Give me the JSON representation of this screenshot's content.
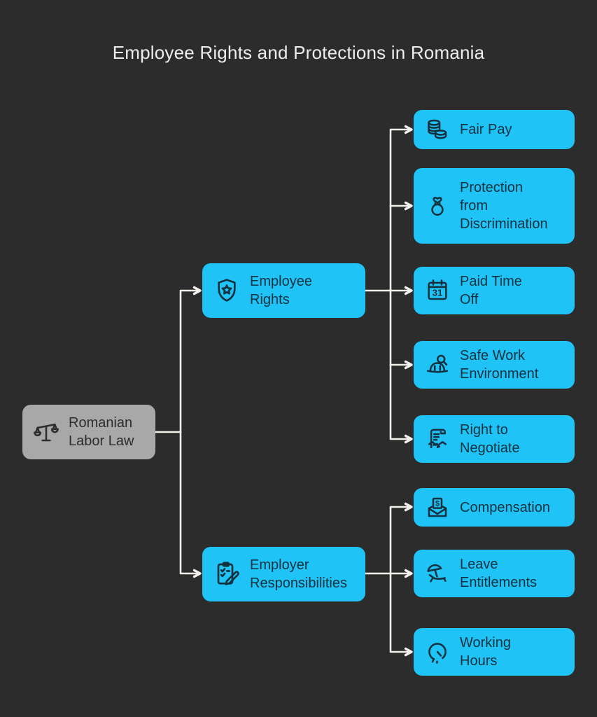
{
  "title": "Employee Rights and Protections in Romania",
  "palette": {
    "background": "#2c2c2c",
    "node_accent": "#1fc3f6",
    "root_node_bg": "#a8a8a8",
    "node_text": "#14313f",
    "root_node_text": "#2d2d2d",
    "connector": "#f4f1ec",
    "title_text": "#ededed"
  },
  "diagram": {
    "root": {
      "label": "Romanian\nLabor Law",
      "icon": "scales-of-justice-icon"
    },
    "branches": [
      {
        "label": "Employee\nRights",
        "icon": "shield-star-icon",
        "children": [
          {
            "label": "Fair Pay",
            "icon": "coin-stack-icon"
          },
          {
            "label": "Protection\nfrom\nDiscrimination",
            "icon": "ring-heart-icon"
          },
          {
            "label": "Paid Time\nOff",
            "icon": "calendar-31-icon"
          },
          {
            "label": "Safe Work\nEnvironment",
            "icon": "hard-hat-magnifier-icon"
          },
          {
            "label": "Right to\nNegotiate",
            "icon": "contract-handshake-icon"
          }
        ]
      },
      {
        "label": "Employer\nResponsibilities",
        "icon": "clipboard-pencil-icon",
        "children": [
          {
            "label": "Compensation",
            "icon": "envelope-dollar-icon"
          },
          {
            "label": "Leave\nEntitlements",
            "icon": "beach-chair-umbrella-icon"
          },
          {
            "label": "Working\nHours",
            "icon": "clock-gauge-icon"
          }
        ]
      }
    ]
  }
}
